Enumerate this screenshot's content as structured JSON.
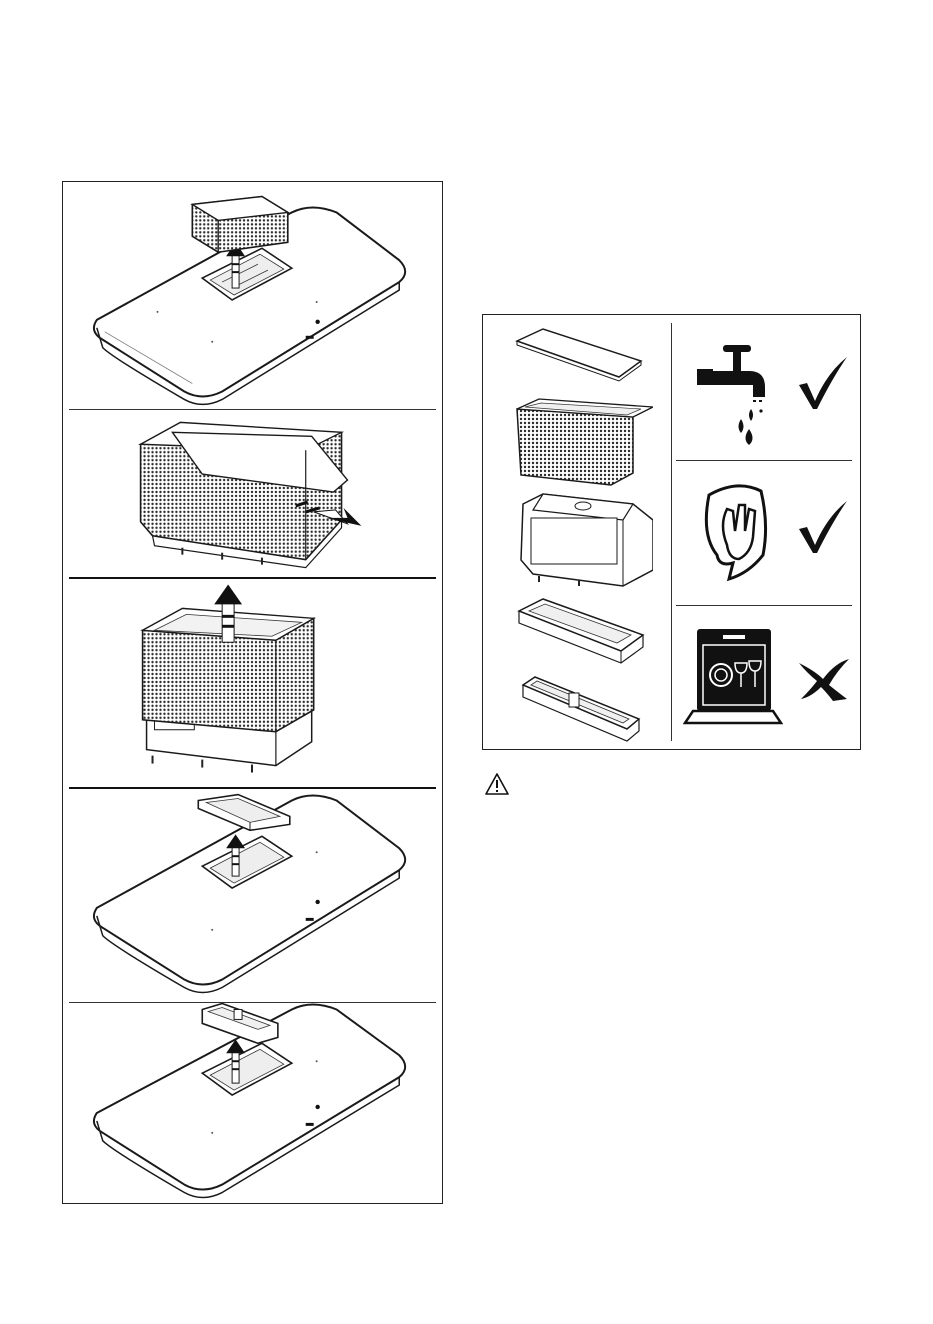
{
  "document": {
    "left_figure": {
      "steps": [
        {
          "icon": "remove-grease-filter-illustration"
        },
        {
          "icon": "slide-out-filter-cover-illustration"
        },
        {
          "icon": "lift-filter-mesh-illustration"
        },
        {
          "icon": "remove-filter-frame-illustration"
        },
        {
          "icon": "remove-drip-tray-illustration"
        }
      ]
    },
    "right_figure": {
      "parts": [
        {
          "icon": "filter-cover-icon"
        },
        {
          "icon": "filter-mesh-icon"
        },
        {
          "icon": "filter-housing-icon"
        },
        {
          "icon": "filter-frame-icon"
        },
        {
          "icon": "drip-tray-icon"
        }
      ],
      "cleaning_methods": [
        {
          "icon": "water-tap-icon",
          "allowed": true,
          "mark": "check-mark-icon"
        },
        {
          "icon": "hand-cloth-wipe-icon",
          "allowed": true,
          "mark": "check-mark-icon"
        },
        {
          "icon": "dishwasher-icon",
          "allowed": false,
          "mark": "cross-mark-icon"
        }
      ]
    },
    "warning": {
      "icon": "warning-triangle-icon"
    },
    "colors": {
      "line": "#1a1a1a",
      "hatch": "#2b2b2b",
      "paper": "#ffffff"
    }
  }
}
